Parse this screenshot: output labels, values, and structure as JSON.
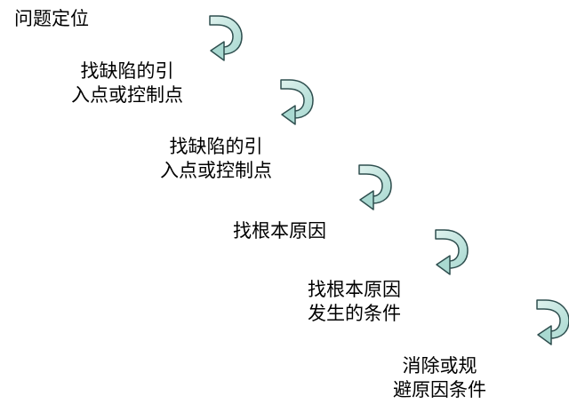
{
  "steps": [
    {
      "lines": [
        "问题定位"
      ]
    },
    {
      "lines": [
        "找缺陷的引",
        "入点或控制点"
      ]
    },
    {
      "lines": [
        "找缺陷的引",
        "入点或控制点"
      ]
    },
    {
      "lines": [
        "找根本原因"
      ]
    },
    {
      "lines": [
        "找根本原因",
        "发生的条件"
      ]
    },
    {
      "lines": [
        "消除或规",
        "避原因条件"
      ]
    }
  ],
  "arrow_colors": {
    "fill_light": "#dff2ee",
    "fill_mid": "#a9d9d1",
    "stroke": "#2f4f4f"
  },
  "arrows": [
    {
      "name": "curved-arrow-icon"
    },
    {
      "name": "curved-arrow-icon"
    },
    {
      "name": "curved-arrow-icon"
    },
    {
      "name": "curved-arrow-icon"
    },
    {
      "name": "curved-arrow-icon"
    }
  ]
}
